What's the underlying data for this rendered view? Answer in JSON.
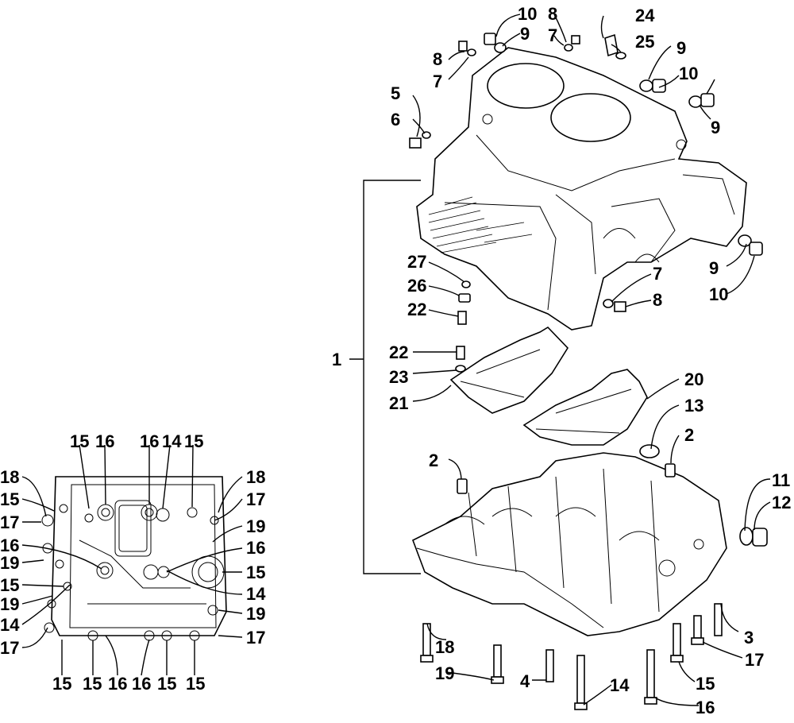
{
  "labels": {
    "l10a": "10",
    "l9a": "9",
    "l8a": "8",
    "l7a": "7",
    "l24": "24",
    "l25": "25",
    "l8b": "8",
    "l7b": "7",
    "l9b": "9",
    "l10b": "10",
    "l9c": "9",
    "l5": "5",
    "l6": "6",
    "l9d": "9",
    "l10c": "10",
    "l27": "27",
    "l26": "26",
    "l22a": "22",
    "l7c": "7",
    "l8c": "8",
    "l1": "1",
    "l22b": "22",
    "l23": "23",
    "l21": "21",
    "l20": "20",
    "l13": "13",
    "l2a": "2",
    "l2b": "2",
    "l11": "11",
    "l12": "12",
    "l3": "3",
    "l17a": "17",
    "l18a": "18",
    "l19a": "19",
    "l4": "4",
    "l14a": "14",
    "l15a": "15",
    "l16a": "16",
    "i15a": "15",
    "i16a": "16",
    "i16b": "16",
    "i14a": "14",
    "i15b": "15",
    "i18a": "18",
    "i18b": "18",
    "i15c": "15",
    "i17a": "17",
    "i17b": "17",
    "i19a": "19",
    "i16c": "16",
    "i16d": "16",
    "i19b": "19",
    "i15d": "15",
    "i15e": "15",
    "i14b": "14",
    "i19c": "19",
    "i14c": "14",
    "i19d": "19",
    "i17c": "17",
    "i17d": "17",
    "i15f": "15",
    "i15g": "15",
    "i16e": "16",
    "i16f": "16",
    "i15h": "15",
    "i15i": "15"
  }
}
